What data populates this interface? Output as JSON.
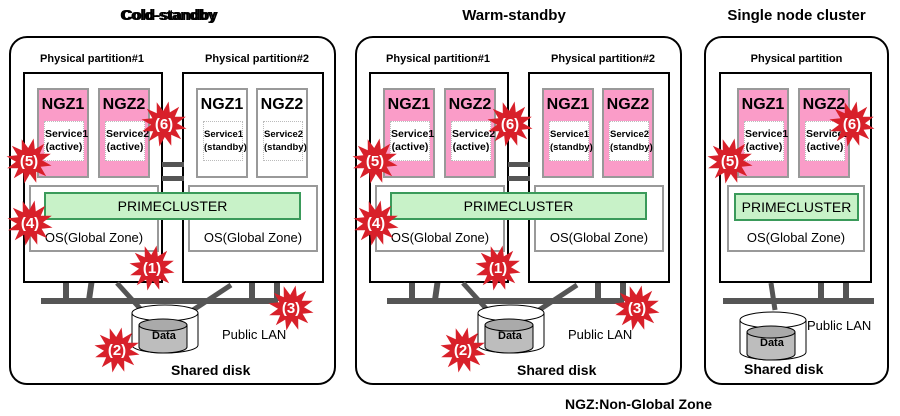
{
  "colors": {
    "ngz_active": "#fa9cc8",
    "primecluster_fill": "#c8f2c8",
    "primecluster_border": "#3a9a5a",
    "star": "#d8202a",
    "lan": "#555555"
  },
  "panels": [
    {
      "title": "Cold-standby",
      "partitions": [
        {
          "label": "Physical partition#1",
          "ngz": [
            {
              "name": "NGZ1",
              "service": "Service1",
              "state": "(active)",
              "active": true
            },
            {
              "name": "NGZ2",
              "service": "Service2",
              "state": "(active)",
              "active": true
            }
          ],
          "os": "OS(Global Zone)"
        },
        {
          "label": "Physical partition#2",
          "ngz": [
            {
              "name": "NGZ1",
              "service": "Service1",
              "state": "(standby)",
              "active": false
            },
            {
              "name": "NGZ2",
              "service": "Service2",
              "state": "(standby)",
              "active": false
            }
          ],
          "os": "OS(Global Zone)"
        }
      ],
      "cluster": "PRIMECLUSTER",
      "public_lan": "Public LAN",
      "data": "Data",
      "shared_disk": "Shared disk",
      "markers": [
        "(1)",
        "(2)",
        "(3)",
        "(4)",
        "(5)",
        "(6)"
      ]
    },
    {
      "title": "Warm-standby",
      "partitions": [
        {
          "label": "Physical partition#1",
          "ngz": [
            {
              "name": "NGZ1",
              "service": "Service1",
              "state": "(active)",
              "active": true
            },
            {
              "name": "NGZ2",
              "service": "Service2",
              "state": "(active)",
              "active": true
            }
          ],
          "os": "OS(Global Zone)"
        },
        {
          "label": "Physical partition#2",
          "ngz": [
            {
              "name": "NGZ1",
              "service": "Service1",
              "state": "(standby)",
              "active": true
            },
            {
              "name": "NGZ2",
              "service": "Service2",
              "state": "(standby)",
              "active": true
            }
          ],
          "os": "OS(Global Zone)"
        }
      ],
      "cluster": "PRIMECLUSTER",
      "public_lan": "Public LAN",
      "data": "Data",
      "shared_disk": "Shared disk",
      "markers": [
        "(1)",
        "(2)",
        "(3)",
        "(4)",
        "(5)",
        "(6)"
      ]
    },
    {
      "title": "Single node cluster",
      "partitions": [
        {
          "label": "Physical partition",
          "ngz": [
            {
              "name": "NGZ1",
              "service": "Service1",
              "state": "(active)",
              "active": true
            },
            {
              "name": "NGZ2",
              "service": "Service2",
              "state": "(active)",
              "active": true
            }
          ],
          "os": "OS(Global Zone)"
        }
      ],
      "cluster": "PRIMECLUSTER",
      "public_lan": "Public LAN",
      "data": "Data",
      "shared_disk": "Shared disk",
      "markers": [
        "(5)",
        "(6)"
      ]
    }
  ],
  "footnote": "NGZ:Non-Global Zone"
}
